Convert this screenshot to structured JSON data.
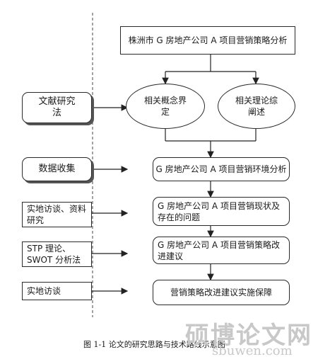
{
  "left_boxes": {
    "literature": "文献研究法",
    "data_collect": "数据收集",
    "field_research": "实地访谈、资料研究",
    "stp_swot": "STP 理论、SWOT 分析法",
    "field_interview": "实地访谈"
  },
  "flow": {
    "title_box": "株洲市 G 房地产公司 A 项目营销策略分析",
    "concept": "相关概念界定",
    "theory": "相关理论综阐述",
    "env_analysis": "G 房地产公司 A 项目营销环境分析",
    "status": "G 房地产公司 A 项目营销现状及存在的问题",
    "improve": "G 房地产公司 A 项目营销策略改进建议",
    "implement": "营销策略改进建议实施保障"
  },
  "caption": "图 1-1  论文的研究思路与技术路线示意图",
  "watermark": {
    "text": "硕博论文网",
    "url": "sbuwen.com"
  }
}
